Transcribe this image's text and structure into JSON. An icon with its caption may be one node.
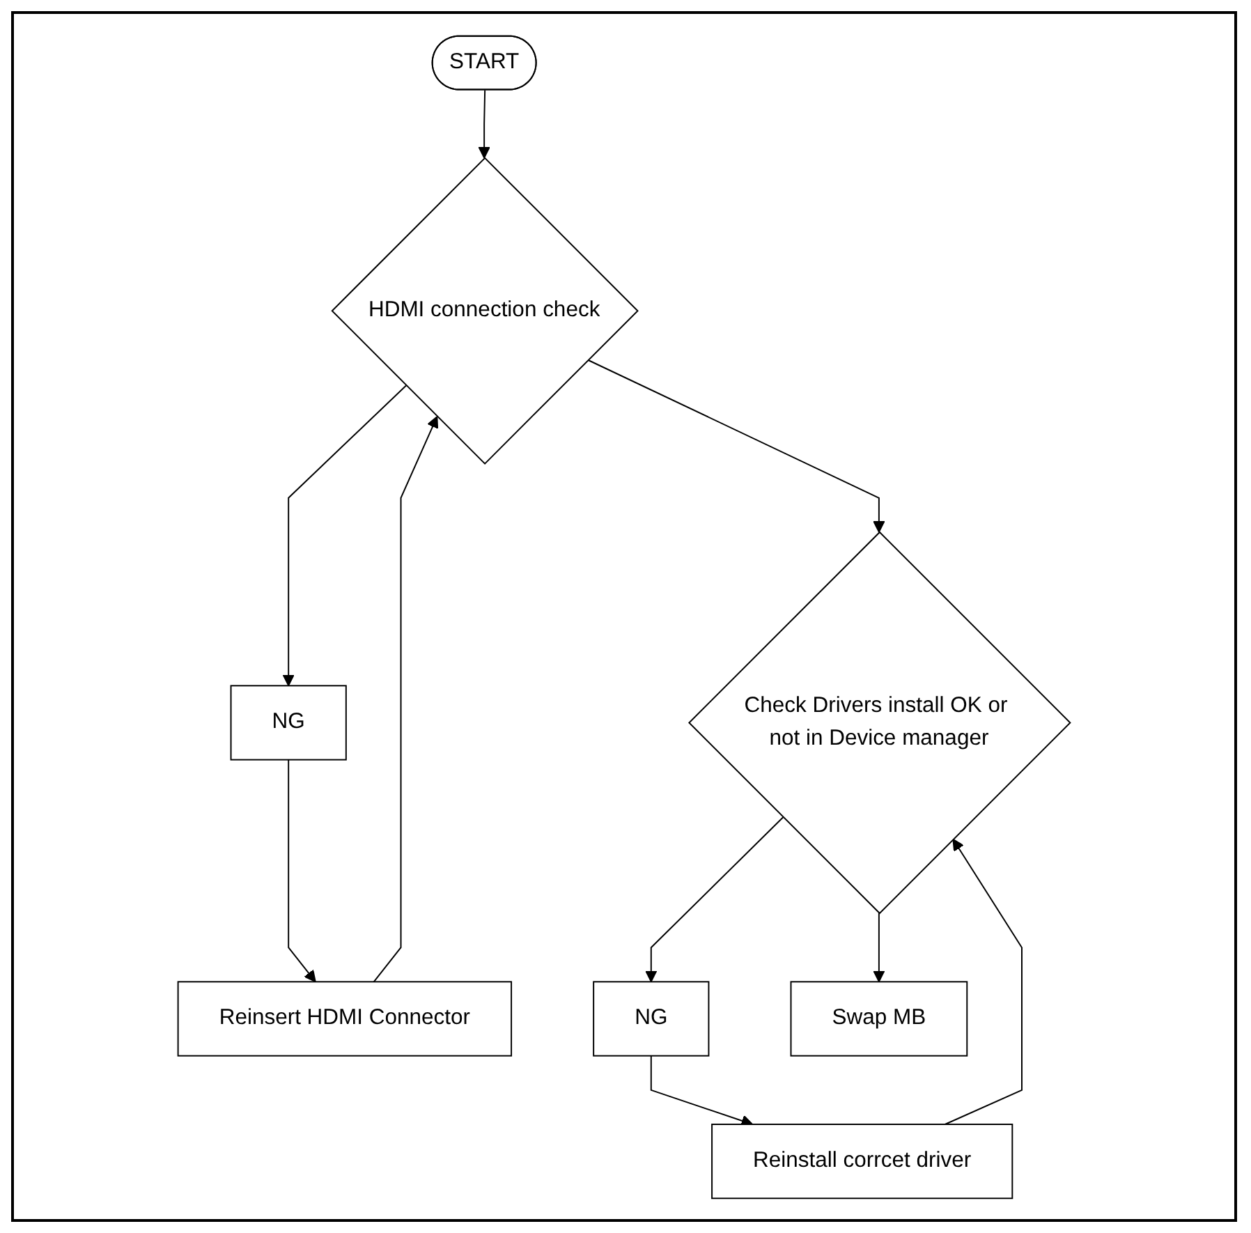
{
  "diagram": {
    "nodes": [
      {
        "text": [
          "START"
        ]
      },
      {
        "text": [
          "HDMI connection check"
        ]
      },
      {
        "text": [
          "NG"
        ]
      },
      {
        "text": [
          "Reinsert HDMI Connector"
        ]
      },
      {
        "text": [
          "Check Drivers install OK or not in Device manager"
        ]
      },
      {
        "text": [
          "NG"
        ]
      },
      {
        "text": [
          "Reinstall corrcet driver"
        ]
      },
      {
        "text": [
          "Swap MB"
        ]
      }
    ],
    "edges": [
      {
        "from": 0,
        "to": 1,
        "arrow": "to"
      },
      {
        "from": 1,
        "to": 2,
        "arrow": "to"
      },
      {
        "from": 2,
        "to": 3,
        "arrow": "to"
      },
      {
        "from": 3,
        "to": 1,
        "arrow": "to"
      },
      {
        "from": 1,
        "to": 4,
        "arrow": "to"
      },
      {
        "from": 4,
        "to": 5,
        "arrow": "to"
      },
      {
        "from": 5,
        "to": 6,
        "arrow": "to"
      },
      {
        "from": 6,
        "to": 4,
        "arrow": "to"
      },
      {
        "from": 4,
        "to": 7,
        "arrow": "to"
      }
    ]
  }
}
